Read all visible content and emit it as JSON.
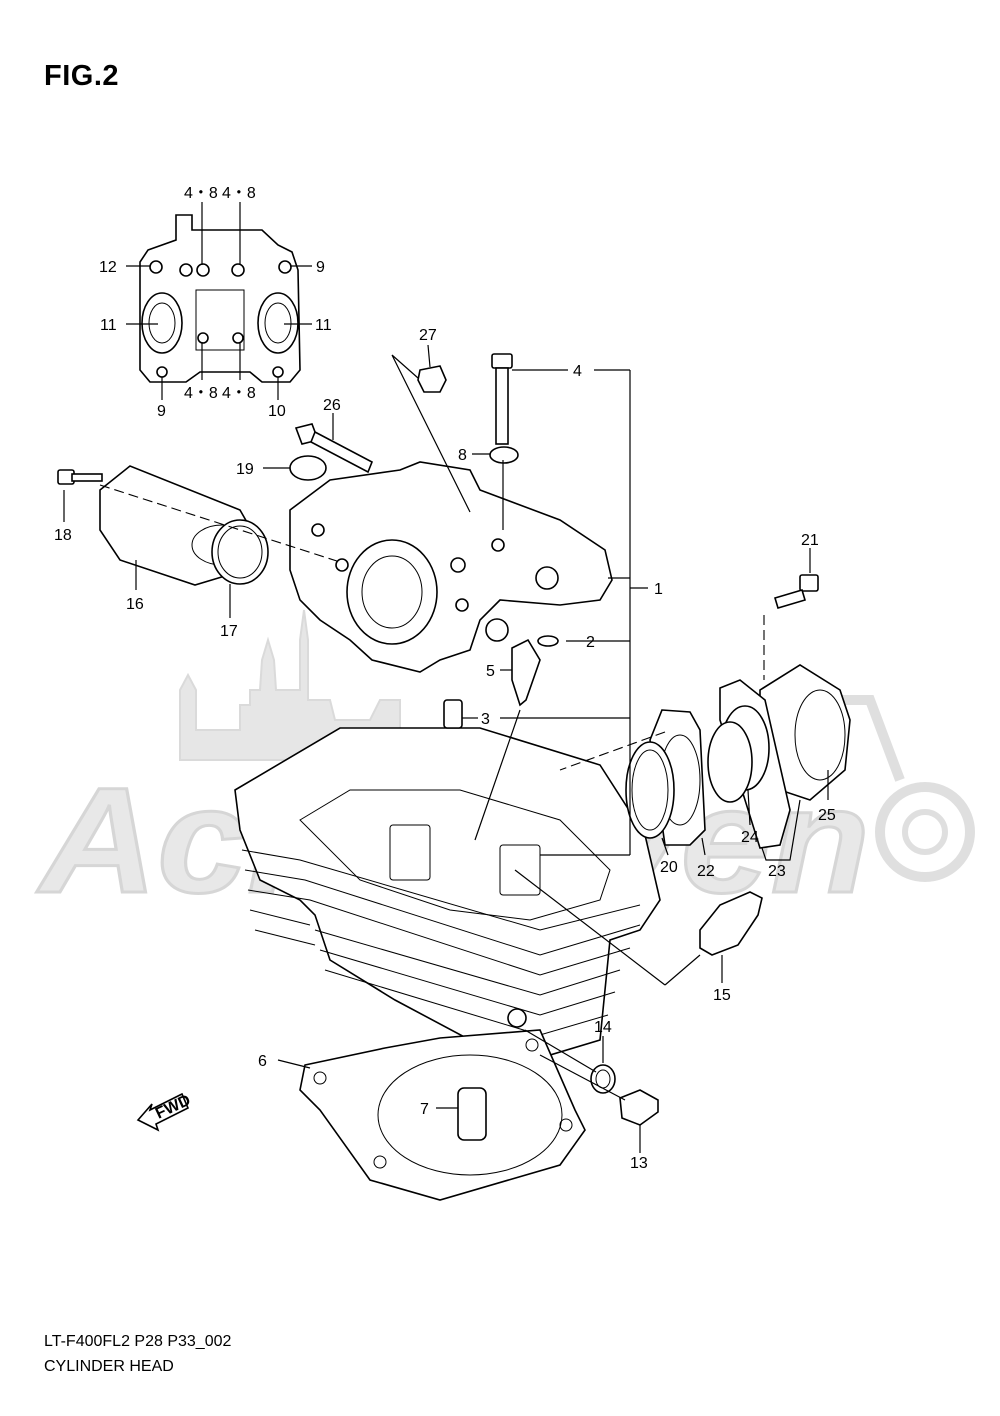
{
  "figure": {
    "title": "FIG.2",
    "model_code": "LT-F400FL2 P28 P33_002",
    "name": "CYLINDER HEAD",
    "fwd_label": "FWD"
  },
  "watermark": {
    "text": "Acrehaven"
  },
  "callouts": {
    "inset": [
      {
        "id": "i-48a",
        "label": "4・8"
      },
      {
        "id": "i-48b",
        "label": "4・8"
      },
      {
        "id": "i-12",
        "label": "12"
      },
      {
        "id": "i-9a",
        "label": "9"
      },
      {
        "id": "i-11a",
        "label": "11"
      },
      {
        "id": "i-11b",
        "label": "11"
      },
      {
        "id": "i-48c",
        "label": "4・8"
      },
      {
        "id": "i-48d",
        "label": "4・8"
      },
      {
        "id": "i-9b",
        "label": "9"
      },
      {
        "id": "i-10",
        "label": "10"
      }
    ],
    "main": [
      {
        "id": "p27",
        "label": "27"
      },
      {
        "id": "p4",
        "label": "4"
      },
      {
        "id": "p26",
        "label": "26"
      },
      {
        "id": "p8",
        "label": "8"
      },
      {
        "id": "p19",
        "label": "19"
      },
      {
        "id": "p18",
        "label": "18"
      },
      {
        "id": "p1",
        "label": "1"
      },
      {
        "id": "p16",
        "label": "16"
      },
      {
        "id": "p17",
        "label": "17"
      },
      {
        "id": "p21",
        "label": "21"
      },
      {
        "id": "p2",
        "label": "2"
      },
      {
        "id": "p5",
        "label": "5"
      },
      {
        "id": "p3",
        "label": "3"
      },
      {
        "id": "p25",
        "label": "25"
      },
      {
        "id": "p24",
        "label": "24"
      },
      {
        "id": "p20",
        "label": "20"
      },
      {
        "id": "p22",
        "label": "22"
      },
      {
        "id": "p23",
        "label": "23"
      },
      {
        "id": "p15",
        "label": "15"
      },
      {
        "id": "p14",
        "label": "14"
      },
      {
        "id": "p6",
        "label": "6"
      },
      {
        "id": "p7",
        "label": "7"
      },
      {
        "id": "p13",
        "label": "13"
      }
    ]
  }
}
